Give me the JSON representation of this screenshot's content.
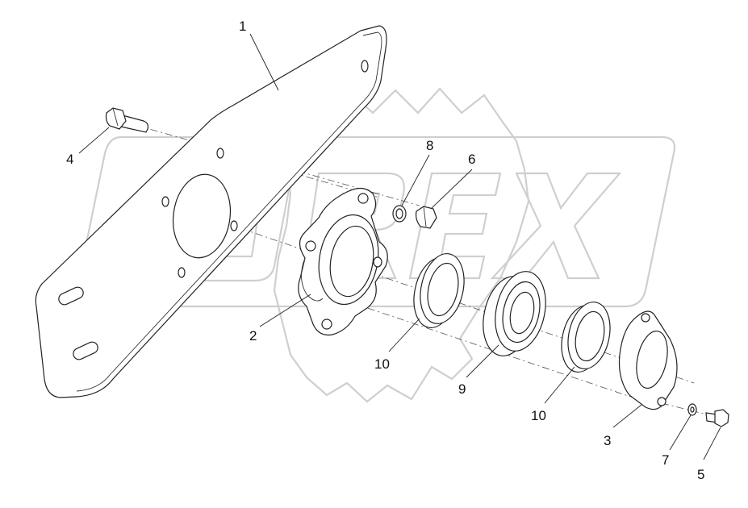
{
  "diagram": {
    "callouts": [
      {
        "id": "c1",
        "text": "1"
      },
      {
        "id": "c2",
        "text": "2"
      },
      {
        "id": "c3",
        "text": "3"
      },
      {
        "id": "c4",
        "text": "4"
      },
      {
        "id": "c5",
        "text": "5"
      },
      {
        "id": "c6",
        "text": "6"
      },
      {
        "id": "c7",
        "text": "7"
      },
      {
        "id": "c8",
        "text": "8"
      },
      {
        "id": "c9",
        "text": "9"
      },
      {
        "id": "c10a",
        "text": "10"
      },
      {
        "id": "c10b",
        "text": "10"
      }
    ],
    "watermark": {
      "text": "OREX"
    },
    "colors": {
      "line": "#222222",
      "watermark": "#cfcfcf"
    }
  }
}
